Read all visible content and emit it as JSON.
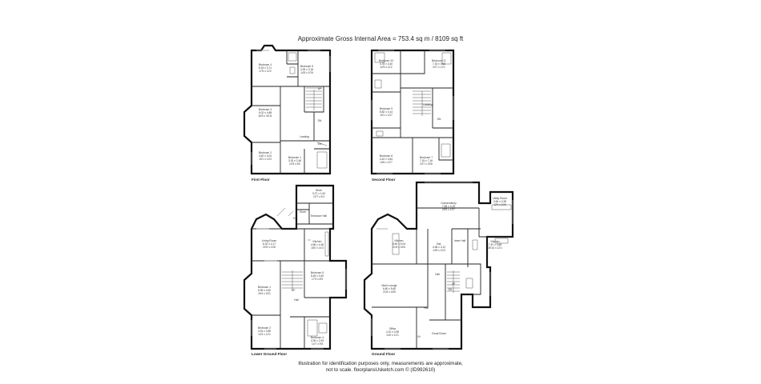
{
  "header": {
    "area_text": "Approximate Gross Internal Area = 753.4 sq m / 8109 sq ft"
  },
  "footer": {
    "line1": "Illustration for identification purposes only, measurements are approximate,",
    "line2": "not to scale. floorplansUsketch.com © (ID992610)"
  },
  "floors": {
    "first": {
      "label": "First Floor",
      "rooms": [
        {
          "name": "Bedroom 4",
          "dims": "5.33 x 3.71",
          "imperial": "17'6 x 12'2"
        },
        {
          "name": "Bedroom 5",
          "dims": "4.39 x 3.18",
          "imperial": "14'5 x 10'5"
        },
        {
          "name": "Bedroom 3",
          "dims": "5.02 x 4.88",
          "imperial": "16'5 x 16'11"
        },
        {
          "name": "Landing",
          "dims": "",
          "imperial": ""
        },
        {
          "name": "Bedroom 2",
          "dims": "4.62 x 4.04",
          "imperial": "15'1 x 13'3"
        },
        {
          "name": "Bedroom 1",
          "dims": "3.33 x 2.46",
          "imperial": "10'9 x 8'0"
        }
      ],
      "marks": [
        "UP",
        "DN",
        "DN"
      ]
    },
    "second": {
      "label": "Second Floor",
      "rooms": [
        {
          "name": "Bedroom 10",
          "dims": "3.78 x 3.40",
          "imperial": "12'5 x 11'2"
        },
        {
          "name": "Bedroom 11",
          "dims": "7.15 x 3.66",
          "imperial": "23'7 x 12'1"
        },
        {
          "name": "Bedroom 9",
          "dims": "5.82 x 4.14",
          "imperial": "19'1 x 13'7"
        },
        {
          "name": "Landing",
          "dims": "",
          "imperial": ""
        },
        {
          "name": "Bedroom 8",
          "dims": "4.42 x 3.84",
          "imperial": "14'6 x 12'7"
        },
        {
          "name": "Bedroom 7",
          "dims": "7.15 x 7.16",
          "imperial": "23'7 x 23'6"
        }
      ],
      "marks": [
        "DN"
      ]
    },
    "lower_ground": {
      "label": "Lower Ground Floor",
      "rooms": [
        {
          "name": "Store",
          "dims": "3.27 x 1.62",
          "imperial": "10'7 x 5'4"
        },
        {
          "name": "Store",
          "dims": "",
          "imperial": ""
        },
        {
          "name": "Entrance Hall",
          "dims": "",
          "imperial": ""
        },
        {
          "name": "Living Room",
          "dims": "6.32 x 4.17",
          "imperial": "20'9 x 13'8"
        },
        {
          "name": "Kitchen",
          "dims": "4.56 x 4.36",
          "imperial": "15'0 x 14'3"
        },
        {
          "name": "Bedroom 5",
          "dims": "5.45 x 3.40",
          "imperial": "17'9 x 8'9"
        },
        {
          "name": "Bedroom 1",
          "dims": "5.39 x 4.60",
          "imperial": "16'4 x 15'1"
        },
        {
          "name": "Hall",
          "dims": "",
          "imperial": ""
        },
        {
          "name": "Bedroom 2",
          "dims": "4.34 x 3.89",
          "imperial": "14'3 x 12'1"
        },
        {
          "name": "Bedroom 4",
          "dims": "4.39 x 2.93",
          "imperial": "14'7 x 9'8"
        }
      ],
      "marks": [
        "IN",
        "UP"
      ]
    },
    "ground": {
      "label": "Ground Floor",
      "rooms": [
        {
          "name": "Conservatory",
          "dims": "7.85 x 4.15",
          "imperial": "25'9 x 13'7"
        },
        {
          "name": "Utility Room",
          "dims": "3.60 x 3.35",
          "imperial": "12'0 x 10'6"
        },
        {
          "name": "Kitchen",
          "dims": "6.60 x 5.04",
          "imperial": "21'8 x 16'5"
        },
        {
          "name": "Bar",
          "dims": "4.38 x 3.12",
          "imperial": "14'5 x 10'3"
        },
        {
          "name": "Inner Hall",
          "dims": "",
          "imperial": ""
        },
        {
          "name": "Kitchen",
          "dims": "7.87 x 3.68",
          "imperial": "25'10 x 12'1"
        },
        {
          "name": "Hall",
          "dims": "",
          "imperial": ""
        },
        {
          "name": "Main Lounge",
          "dims": "6.60 x 5.60",
          "imperial": "21'8 x 18'5"
        },
        {
          "name": "Hall",
          "dims": "",
          "imperial": ""
        },
        {
          "name": "Office",
          "dims": "4.10 x 3.95",
          "imperial": "14'0 x 12'1"
        },
        {
          "name": "Cloak Room",
          "dims": "",
          "imperial": ""
        }
      ],
      "marks": [
        "UP",
        "DN",
        "IN"
      ]
    }
  }
}
